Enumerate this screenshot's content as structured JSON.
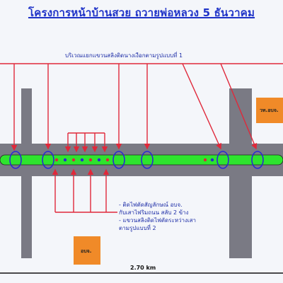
{
  "title": "โครงการหน้าบ้านสวย ถวายพ่อหลวง 5 ธันวาคม",
  "annotations": {
    "top": "บริเวณแยกแขวนสลิงติดนางเงือกตามรูปแบบที่ 1",
    "bottom": [
      "- ติดไฟตัดสัญลักษณ์ อบจ.",
      "  กับเสาไฟริมถนน สลับ 2 ข้าง",
      "- แขวนสลิงติดไฟตัดระหว่างเสา",
      "  ตามรูปแบบที่ 2"
    ]
  },
  "boxes": {
    "top_right": "วท.อบจ.",
    "bottom_left": "อบจ."
  },
  "scale_label": "2.70 km",
  "colors": {
    "title": "#1f33c8",
    "arrow": "#e0283a",
    "road": "#7a7a84",
    "median": "#2ee42e",
    "circle": "#2a2ad0",
    "box": "#f08a28"
  }
}
